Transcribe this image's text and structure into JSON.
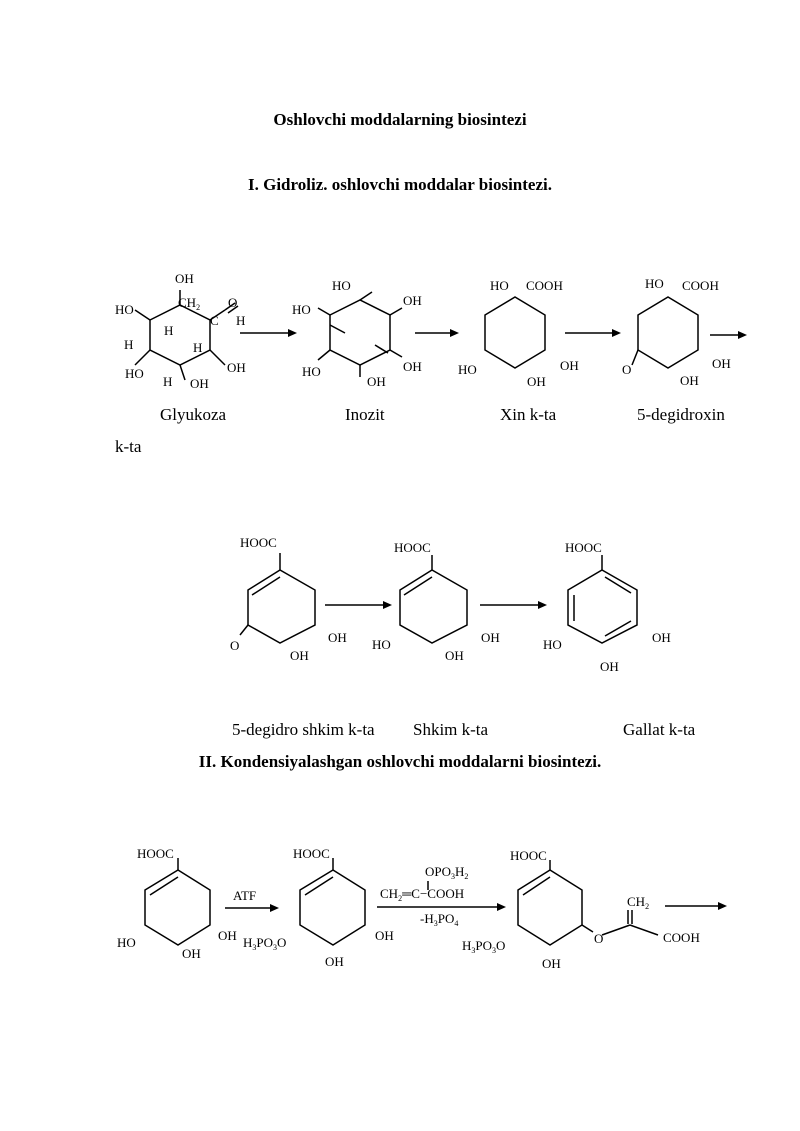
{
  "document": {
    "title": "Oshlovchi moddalarning biosintezi",
    "section1": "I. Gidroliz. oshlovchi moddalar biosintezi.",
    "section2": "II. Kondensiyalashgan oshlovchi moddalarni biosintezi."
  },
  "row1": {
    "labels": [
      "Glyukoza",
      "Inozit",
      "Xin k-ta",
      "5-degidroxin"
    ],
    "continuation": "k-ta",
    "atoms": {
      "oh": "OH",
      "ho": "HO",
      "h": "H",
      "o": "O",
      "ch2": "CH2",
      "c": "C",
      "cooh": "COOH"
    }
  },
  "row2": {
    "labels": [
      "5-degidro shkim k-ta",
      "Shkim k-ta",
      "Gallat k-ta"
    ],
    "atoms": {
      "hooc": "HOOC",
      "oh": "OH",
      "ho": "HO",
      "o": "O"
    }
  },
  "row3": {
    "arrow1": "ATF",
    "reagent_top": "OPO3H2",
    "reagent_main": "CH2═C−COOH",
    "reagent_bottom": "-H3PO4",
    "atoms": {
      "hooc": "HOOC",
      "oh": "OH",
      "ho": "HO",
      "h3po3o": "H3PO3O",
      "ch2": "CH2",
      "cooh": "COOH",
      "o": "O"
    }
  }
}
